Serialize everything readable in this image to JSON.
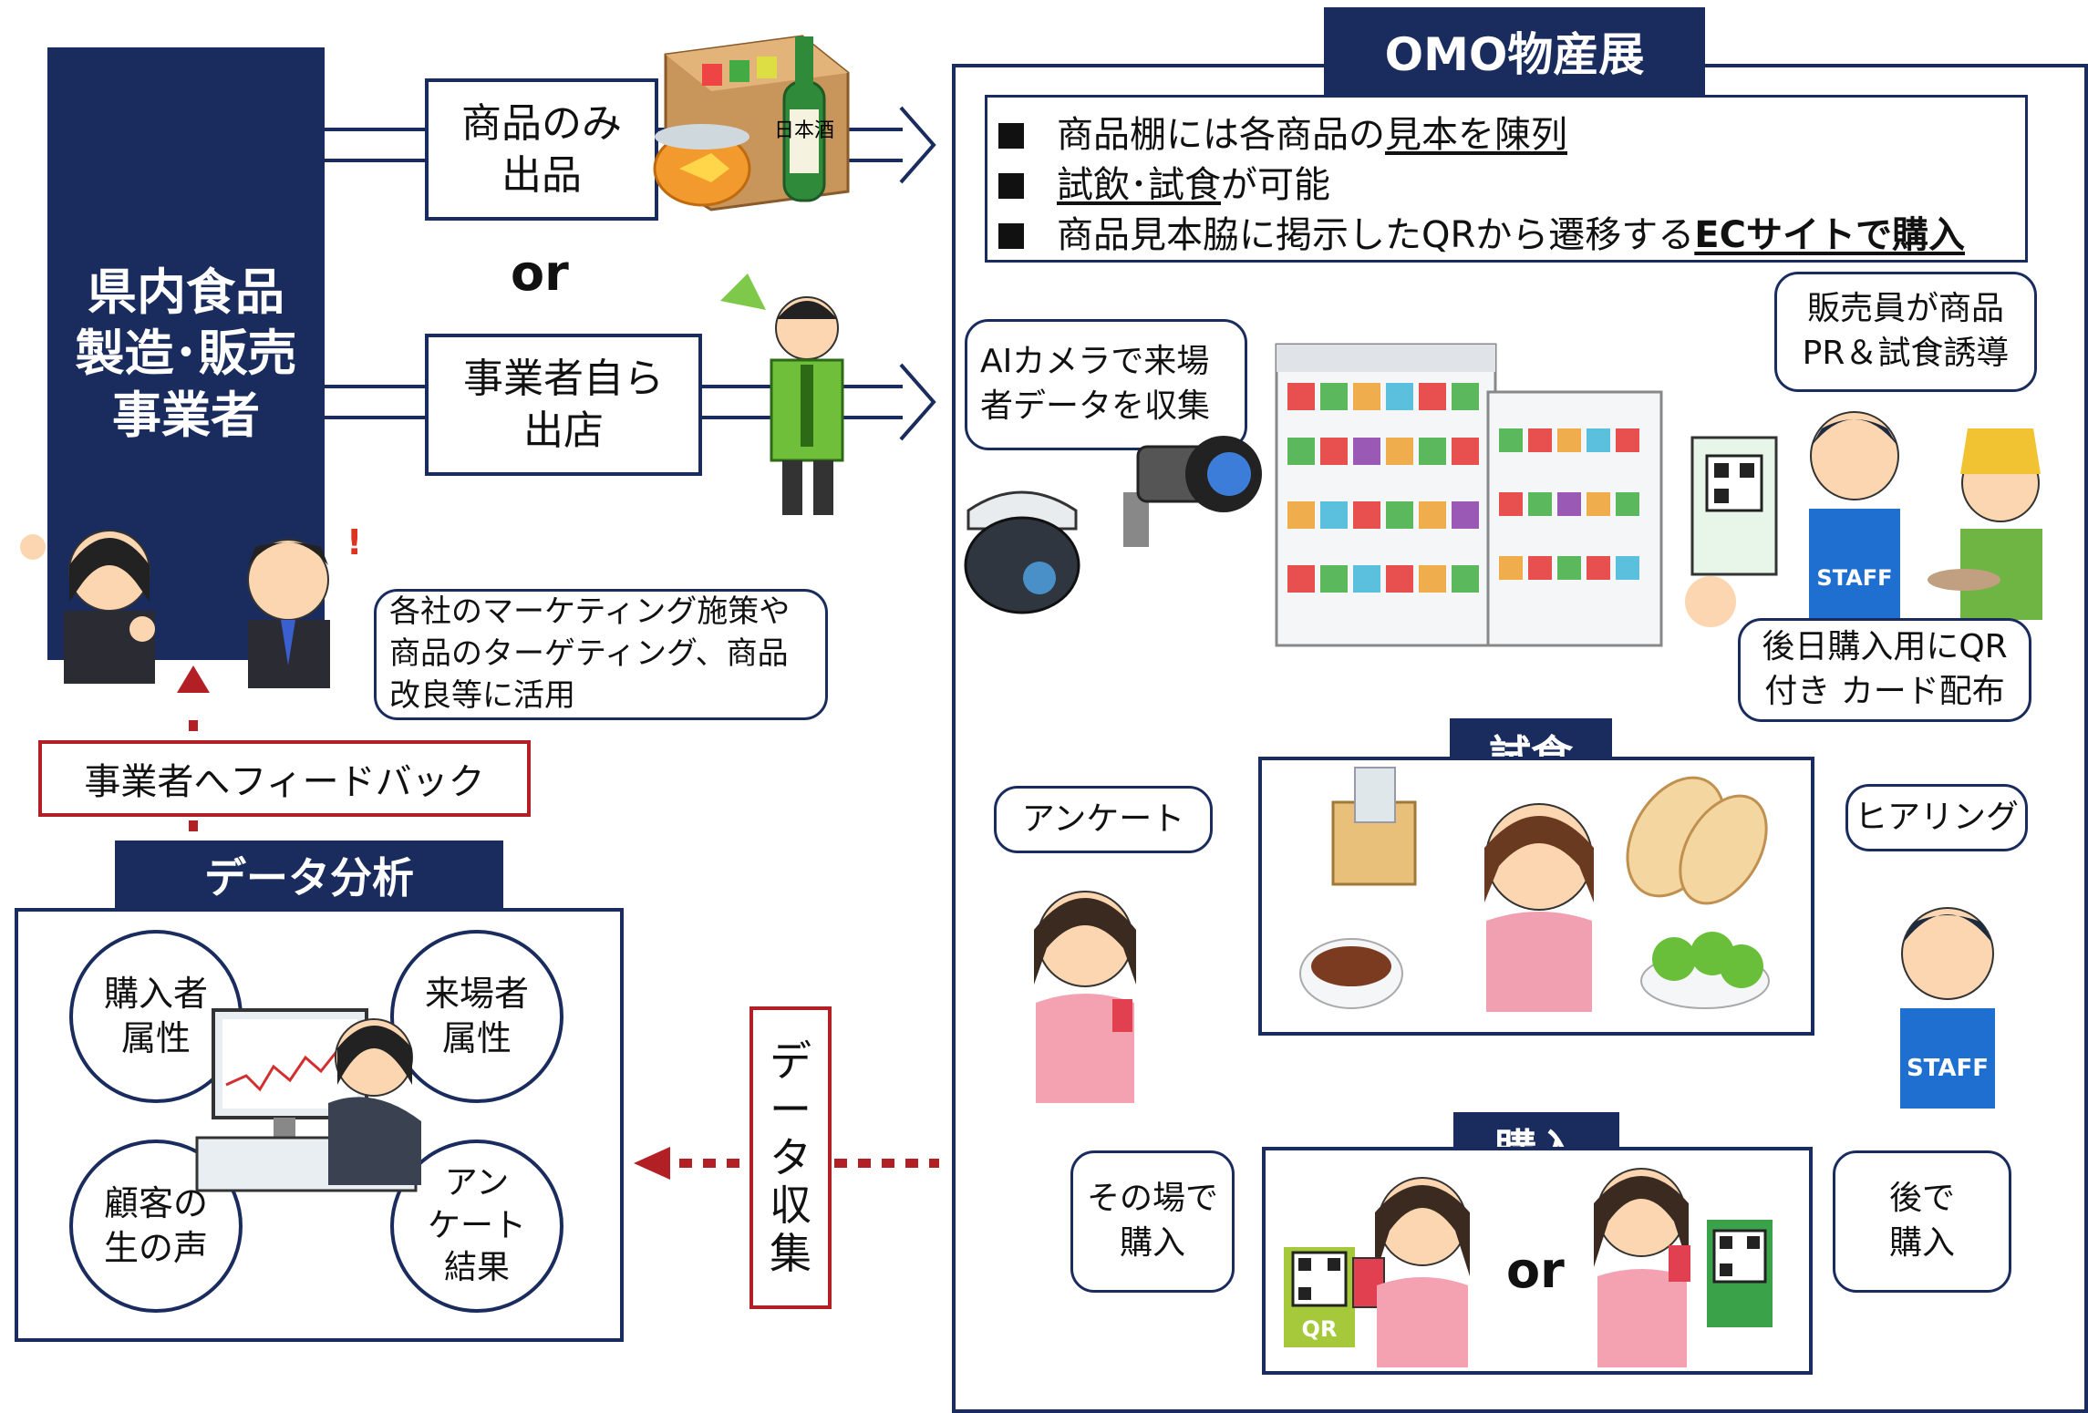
{
  "left": {
    "company_block": "県内食品\n製造･販売\n事業者",
    "route1": "商品のみ\n出品",
    "or_label": "or",
    "route2": "事業者自ら\n出店",
    "marketing_bubble": "各社のマーケティング施策や\n商品のターゲティング、商品\n改良等に活用",
    "feedback": "事業者へフィードバック",
    "analysis_title": "データ分析",
    "analysis_circles": [
      "購入者\n属性",
      "来場者\n属性",
      "顧客の\n生の声",
      "アン\nケート\n結果"
    ],
    "data_collection": "デ\nー\nタ\n収\n集"
  },
  "right": {
    "title": "OMO物産展",
    "bullets": [
      {
        "pre": "商品棚には各商品の",
        "em": "見本を陳列",
        "post": ""
      },
      {
        "pre": "",
        "em": "試飲･試食",
        "post": "が可能"
      },
      {
        "pre": "商品見本脇に掲示したQRから遷移する",
        "em": "ECサイトで購入",
        "post": ""
      }
    ],
    "ai_camera_bubble": "AIカメラで来場\n者データを収集",
    "staff_bubble": "販売員が商品\nPR＆試食誘導",
    "qr_card_bubble": "後日購入用にQR\n付き カード配布",
    "tasting_title": "試食",
    "questionnaire_bubble": "アンケート",
    "hearing_bubble": "ヒアリング",
    "purchase_title": "購入",
    "buy_now_bubble": "その場で\n購入",
    "buy_later_bubble": "後で\n購入",
    "purchase_or": "or",
    "staff_label": "STAFF",
    "qr_label": "QR",
    "sake_label": "日本酒"
  },
  "colors": {
    "navy": "#1a2c5e",
    "red": "#b21f24",
    "green": "#3aa34a"
  }
}
